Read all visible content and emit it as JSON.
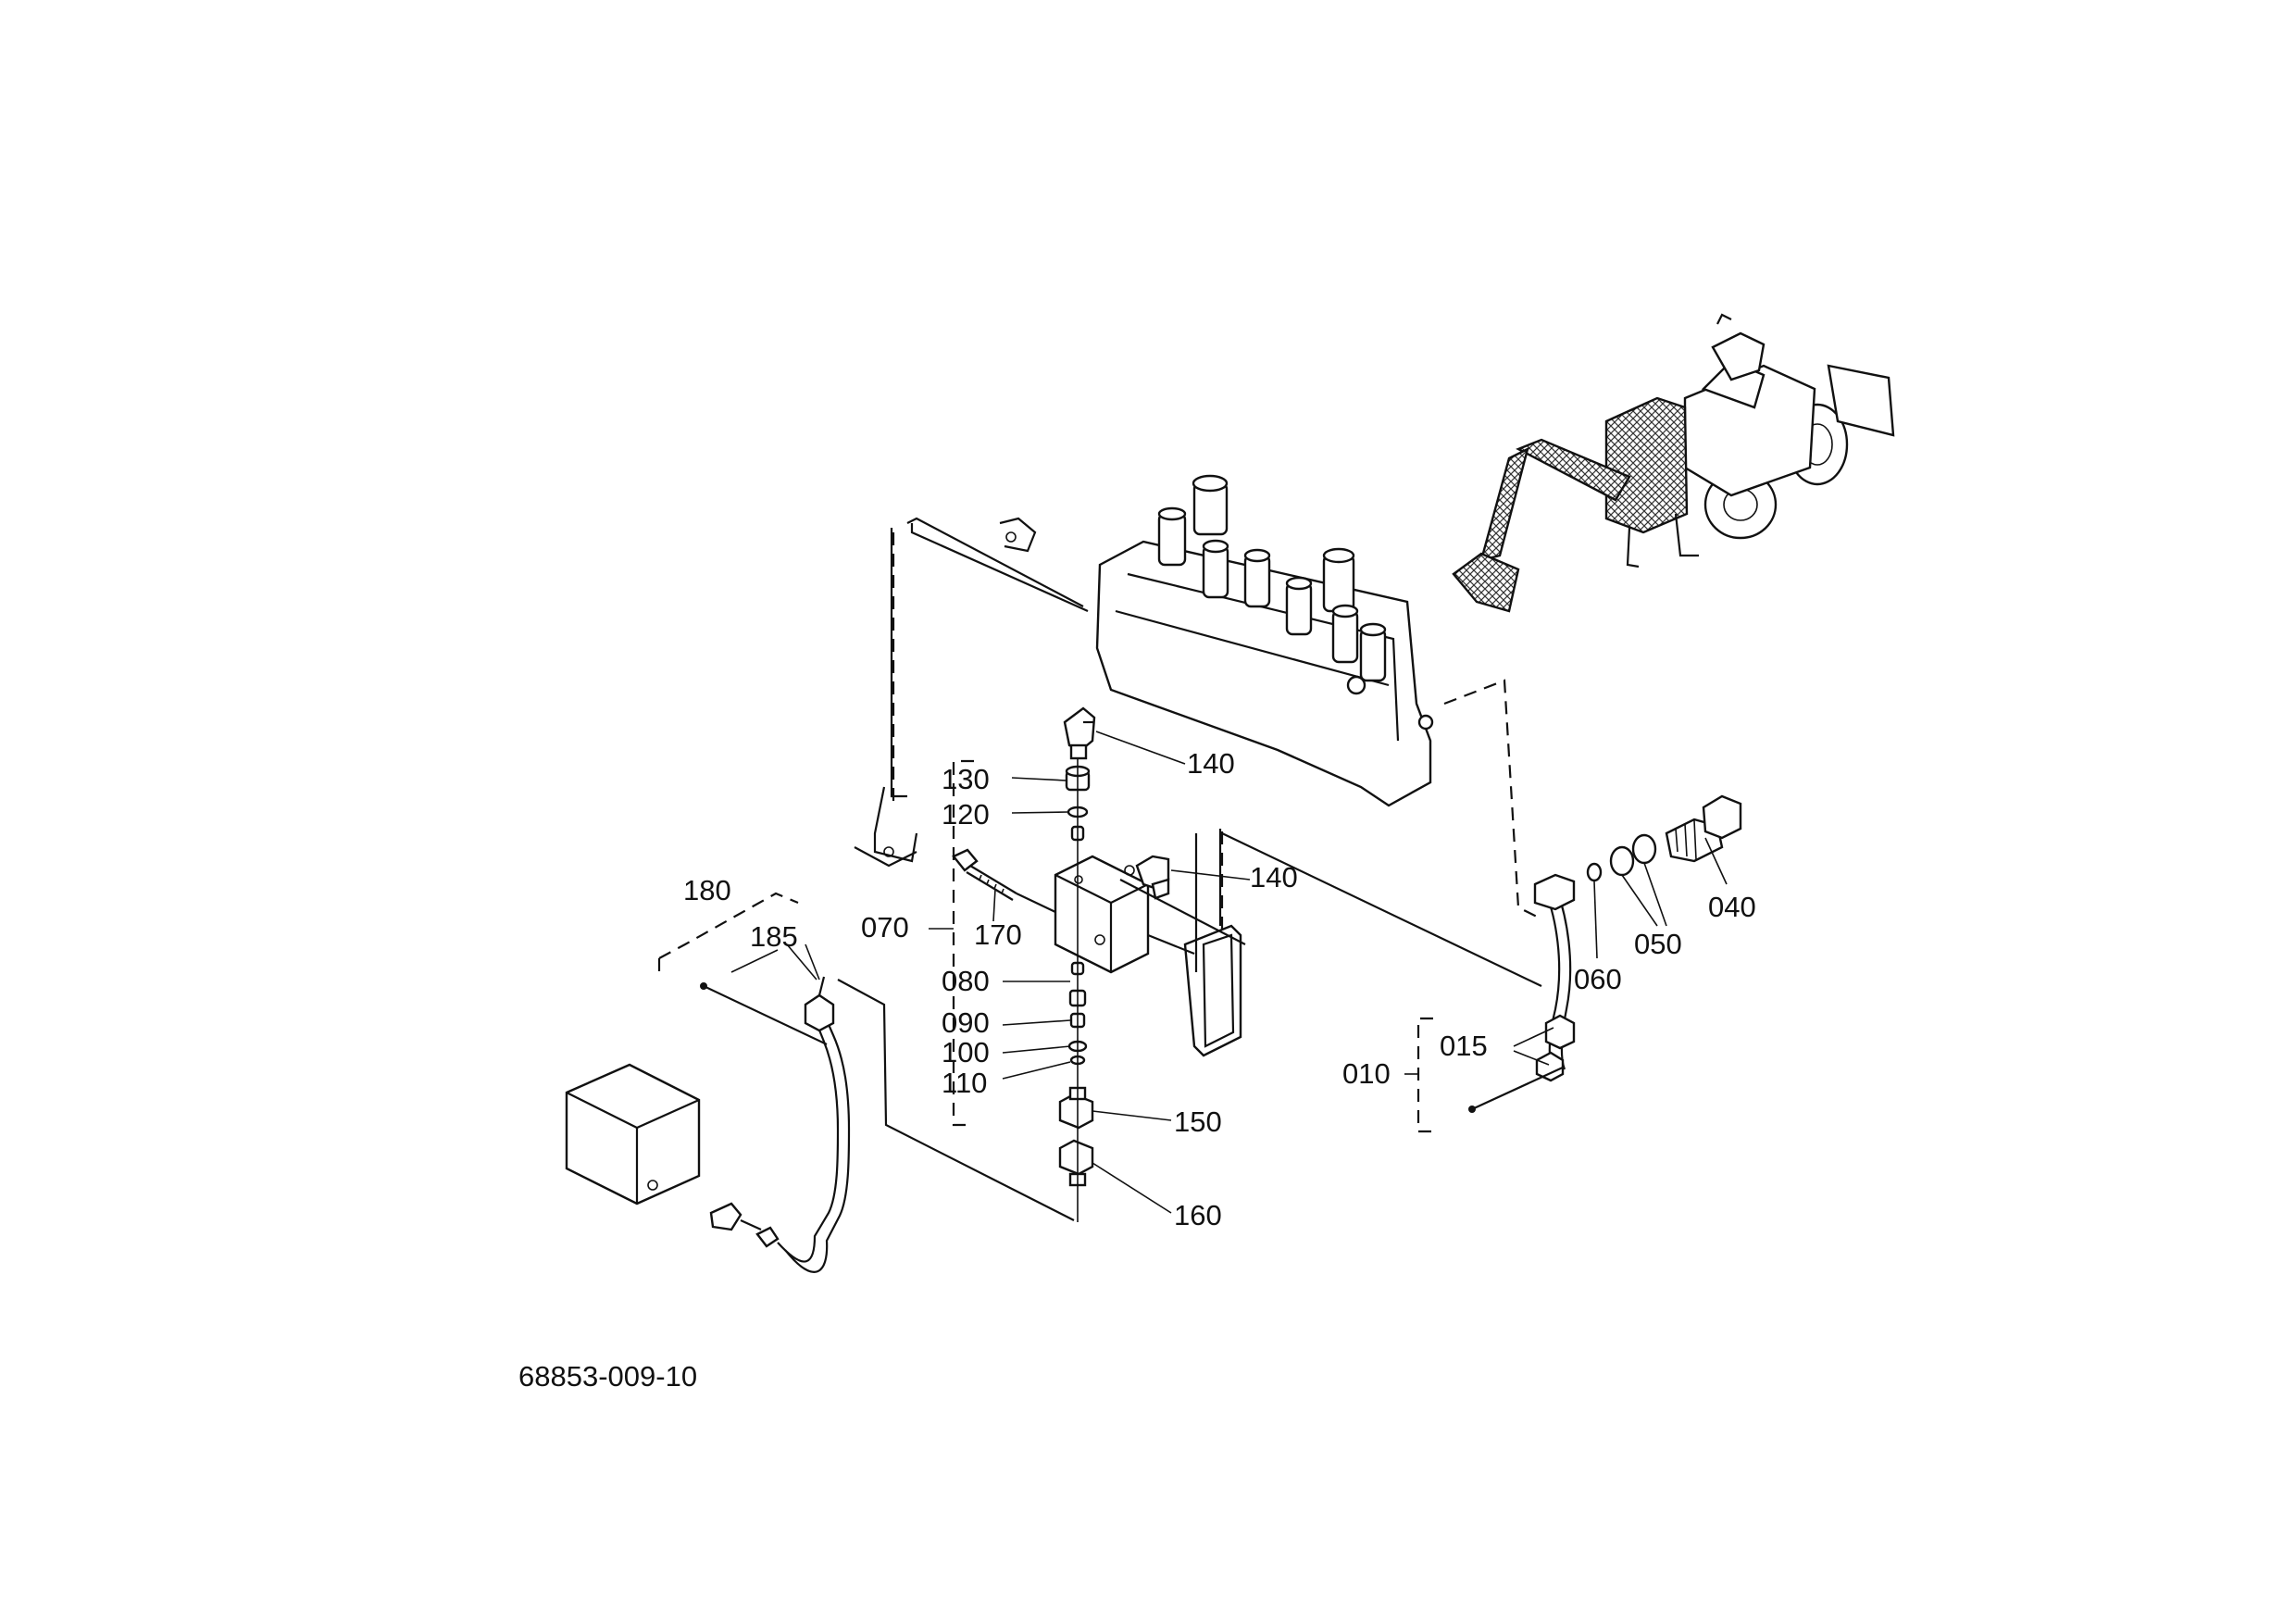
{
  "diagram": {
    "drawing_number": "68853-009-10",
    "callouts": {
      "c140a": "140",
      "c130": "130",
      "c120": "120",
      "c140b": "140",
      "c170": "170",
      "c070": "070",
      "c080": "080",
      "c090": "090",
      "c100": "100",
      "c110": "110",
      "c150": "150",
      "c160": "160",
      "c180": "180",
      "c185": "185",
      "c040": "040",
      "c050": "050",
      "c060": "060",
      "c015": "015",
      "c010": "010"
    }
  }
}
